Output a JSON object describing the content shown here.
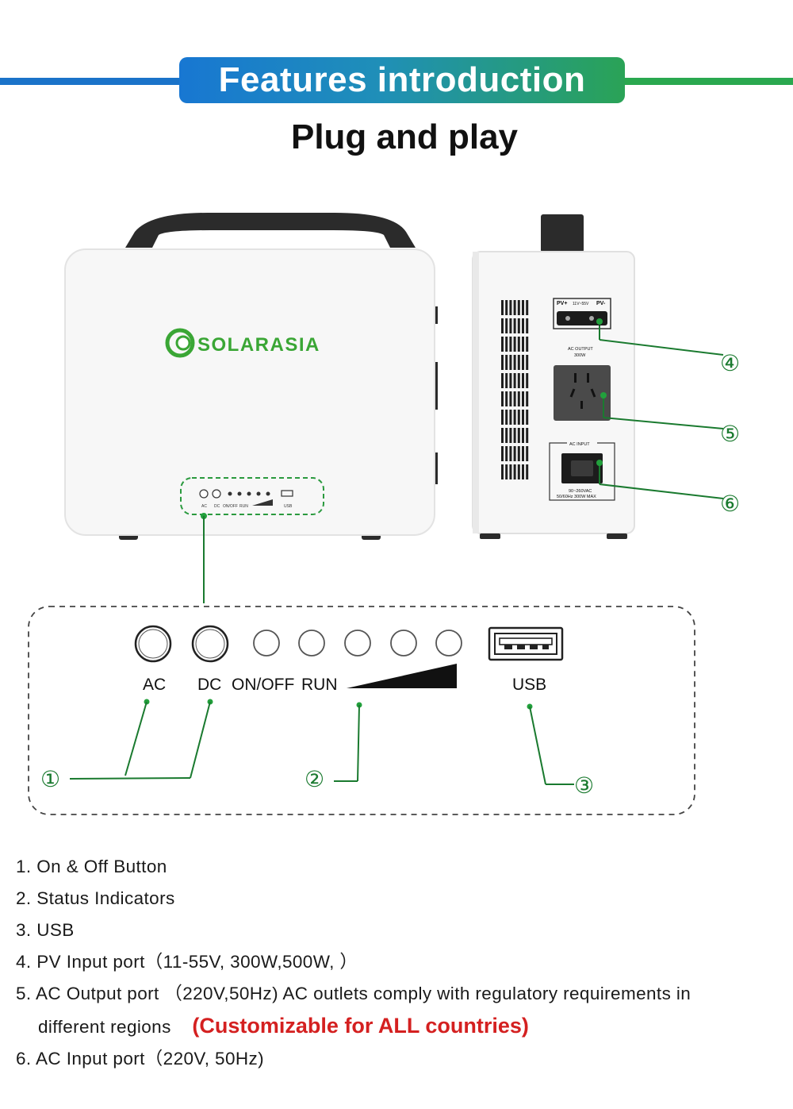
{
  "header": {
    "banner_title": "Features introduction",
    "subtitle": "Plug and play"
  },
  "product": {
    "brand": "SOLARASIA",
    "brand_color": "#3aa635",
    "front_panel_small_labels": [
      "AC",
      "DC",
      "ON/OFF",
      "RUN",
      "USB"
    ],
    "side_panel": {
      "pv_label_left": "PV+",
      "pv_label_mid": "11V~55V",
      "pv_label_right": "PV-",
      "ac_output_label": "AC OUTPUT",
      "ac_output_watt": "300W",
      "ac_input_label": "AC INPUT",
      "ac_input_spec_1": "90~260VAC",
      "ac_input_spec_2": "50/60Hz 300W MAX"
    }
  },
  "detail_panel": {
    "labels": {
      "ac": "AC",
      "dc": "DC",
      "on_off": "ON/OFF",
      "run": "RUN",
      "usb": "USB"
    }
  },
  "callouts": [
    "①",
    "②",
    "③",
    "④",
    "⑤",
    "⑥"
  ],
  "features": [
    {
      "num": "1.",
      "text": "On & Off Button"
    },
    {
      "num": "2.",
      "text": "Status Indicators"
    },
    {
      "num": "3.",
      "text": "USB"
    },
    {
      "num": "4.",
      "text": "PV Input port（11-55V,  300W,500W, ）"
    },
    {
      "num": "5.",
      "text": "AC Output port （220V,50Hz) AC outlets comply with regulatory requirements in",
      "text_line2": "different regions",
      "highlight": "(Customizable for ALL countries)"
    },
    {
      "num": "6.",
      "text": "AC Input port（220V, 50Hz)"
    }
  ],
  "colors": {
    "accent_blue": "#1877d2",
    "accent_green": "#2aa84f",
    "callout_green": "#1a7a2f",
    "highlight_red": "#d42020"
  }
}
